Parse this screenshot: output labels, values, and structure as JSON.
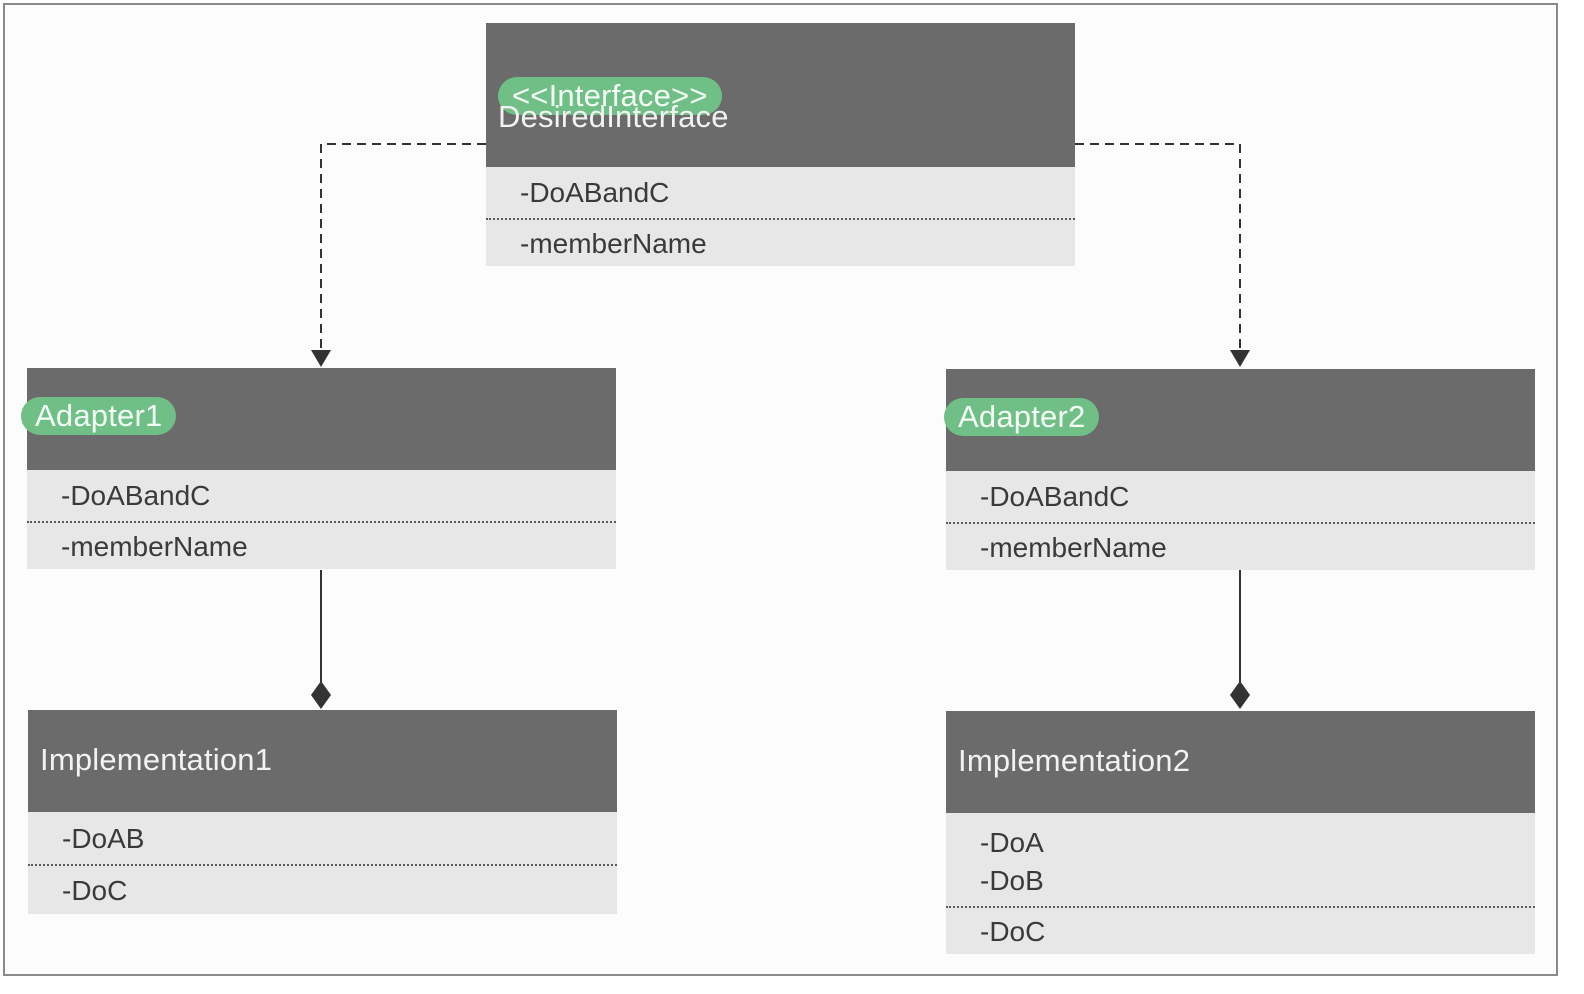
{
  "diagram": {
    "desired_interface": {
      "stereotype": "<<Interface>>",
      "name": "DesiredInterface",
      "sections": [
        [
          "-DoABandC"
        ],
        [
          "-memberName"
        ]
      ]
    },
    "adapter1": {
      "name": "Adapter1",
      "sections": [
        [
          "-DoABandC"
        ],
        [
          "-memberName"
        ]
      ]
    },
    "adapter2": {
      "name": "Adapter2",
      "sections": [
        [
          "-DoABandC"
        ],
        [
          "-memberName"
        ]
      ]
    },
    "implementation1": {
      "name": "Implementation1",
      "sections": [
        [
          "-DoAB"
        ],
        [
          "-DoC"
        ]
      ]
    },
    "implementation2": {
      "name": "Implementation2",
      "sections": [
        [
          "-DoA",
          "-DoB"
        ],
        [
          "-DoC"
        ]
      ]
    }
  },
  "colors": {
    "header": "#6b6b6b",
    "section": "#e7e7e7",
    "highlight": "#6fbf86",
    "connector": "#333333"
  }
}
